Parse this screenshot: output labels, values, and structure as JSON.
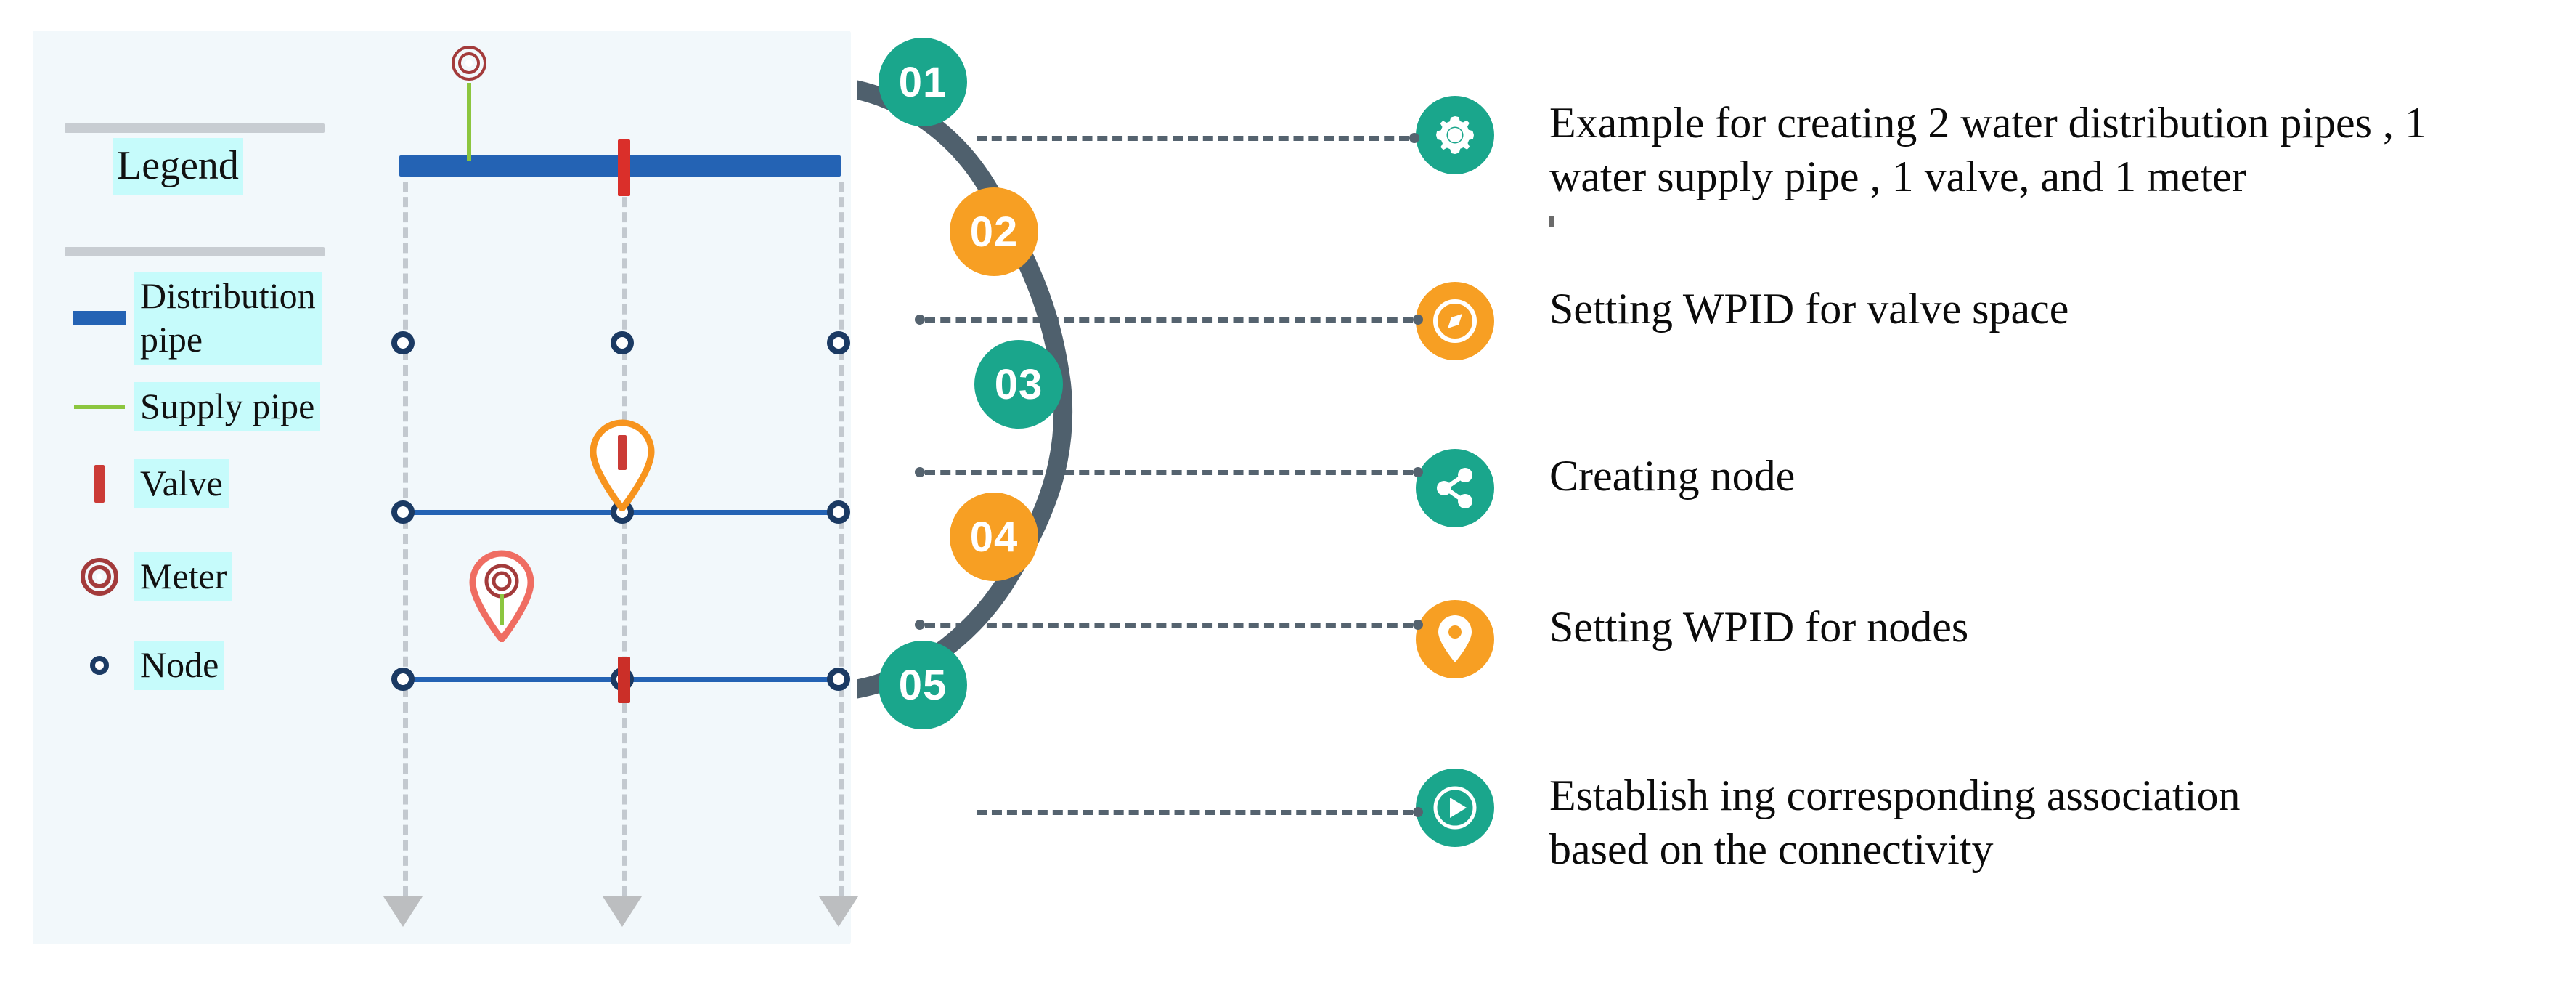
{
  "panel": {
    "name": "water-network-schematic",
    "background": "#f2f8fb"
  },
  "legend": {
    "title": "Legend",
    "items": [
      {
        "key": "distribution-pipe",
        "label": "Distribution\npipe",
        "icon": "pipe-thick-bar-icon",
        "color": "#2463b4"
      },
      {
        "key": "supply-pipe",
        "label": "Supply pipe",
        "icon": "pipe-thin-line-icon",
        "color": "#8cc63f"
      },
      {
        "key": "valve",
        "label": "Valve",
        "icon": "valve-bar-icon",
        "color": "#cb3b36"
      },
      {
        "key": "meter",
        "label": "Meter",
        "icon": "meter-target-icon",
        "color": "#a33b3b"
      },
      {
        "key": "node",
        "label": "Node",
        "icon": "node-circle-icon",
        "color": "#1b3a63"
      }
    ]
  },
  "schematic": {
    "main_pipe_label": "distribution-pipe-main",
    "branch_pipe_labels": [
      "distribution-pipe-row-2",
      "distribution-pipe-row-3"
    ],
    "vertical_guides": 3,
    "node_rows": 3,
    "nodes_per_row": 3,
    "valves": 2,
    "meters": 1,
    "flow_arrows": 3,
    "pins": [
      {
        "key": "valve-pin",
        "glyph": "valve-bar-icon",
        "ring": "#f7941e"
      },
      {
        "key": "meter-pin",
        "glyph": "meter-target-icon",
        "ring": "#ef6d62"
      }
    ]
  },
  "steps": [
    {
      "number": "01",
      "color": "#1aa68c",
      "accent": "teal"
    },
    {
      "number": "02",
      "color": "#f79f23",
      "accent": "orange"
    },
    {
      "number": "03",
      "color": "#1aa68c",
      "accent": "teal"
    },
    {
      "number": "04",
      "color": "#f79f23",
      "accent": "orange"
    },
    {
      "number": "05",
      "color": "#1aa68c",
      "accent": "teal"
    }
  ],
  "items": [
    {
      "step": "01",
      "icon": "gear-icon",
      "icon_color": "#1aa68c",
      "text": "Example for creating 2 water distribution pipes , 1\nwater supply pipe , 1 valve, and 1 meter"
    },
    {
      "step": "02",
      "icon": "compass-icon",
      "icon_color": "#f79f23",
      "text": "Setting WPID for valve space"
    },
    {
      "step": "03",
      "icon": "share-node-icon",
      "icon_color": "#1aa68c",
      "text": "Creating node"
    },
    {
      "step": "04",
      "icon": "map-pin-icon",
      "icon_color": "#f79f23",
      "text": "Setting WPID for nodes"
    },
    {
      "step": "05",
      "icon": "play-circle-icon",
      "icon_color": "#1aa68c",
      "text": "Establish ing corresponding association\nbased on the connectivity"
    }
  ],
  "colors": {
    "teal": "#1aa68c",
    "orange": "#f79f23",
    "distribution_blue": "#2463b4",
    "supply_green": "#8cc63f",
    "valve_red": "#cb3b36",
    "node_navy": "#1b3a63",
    "connector_slate": "#55636f",
    "highlight_cyan": "#c6fbfb",
    "panel_bg": "#f2f8fb"
  }
}
